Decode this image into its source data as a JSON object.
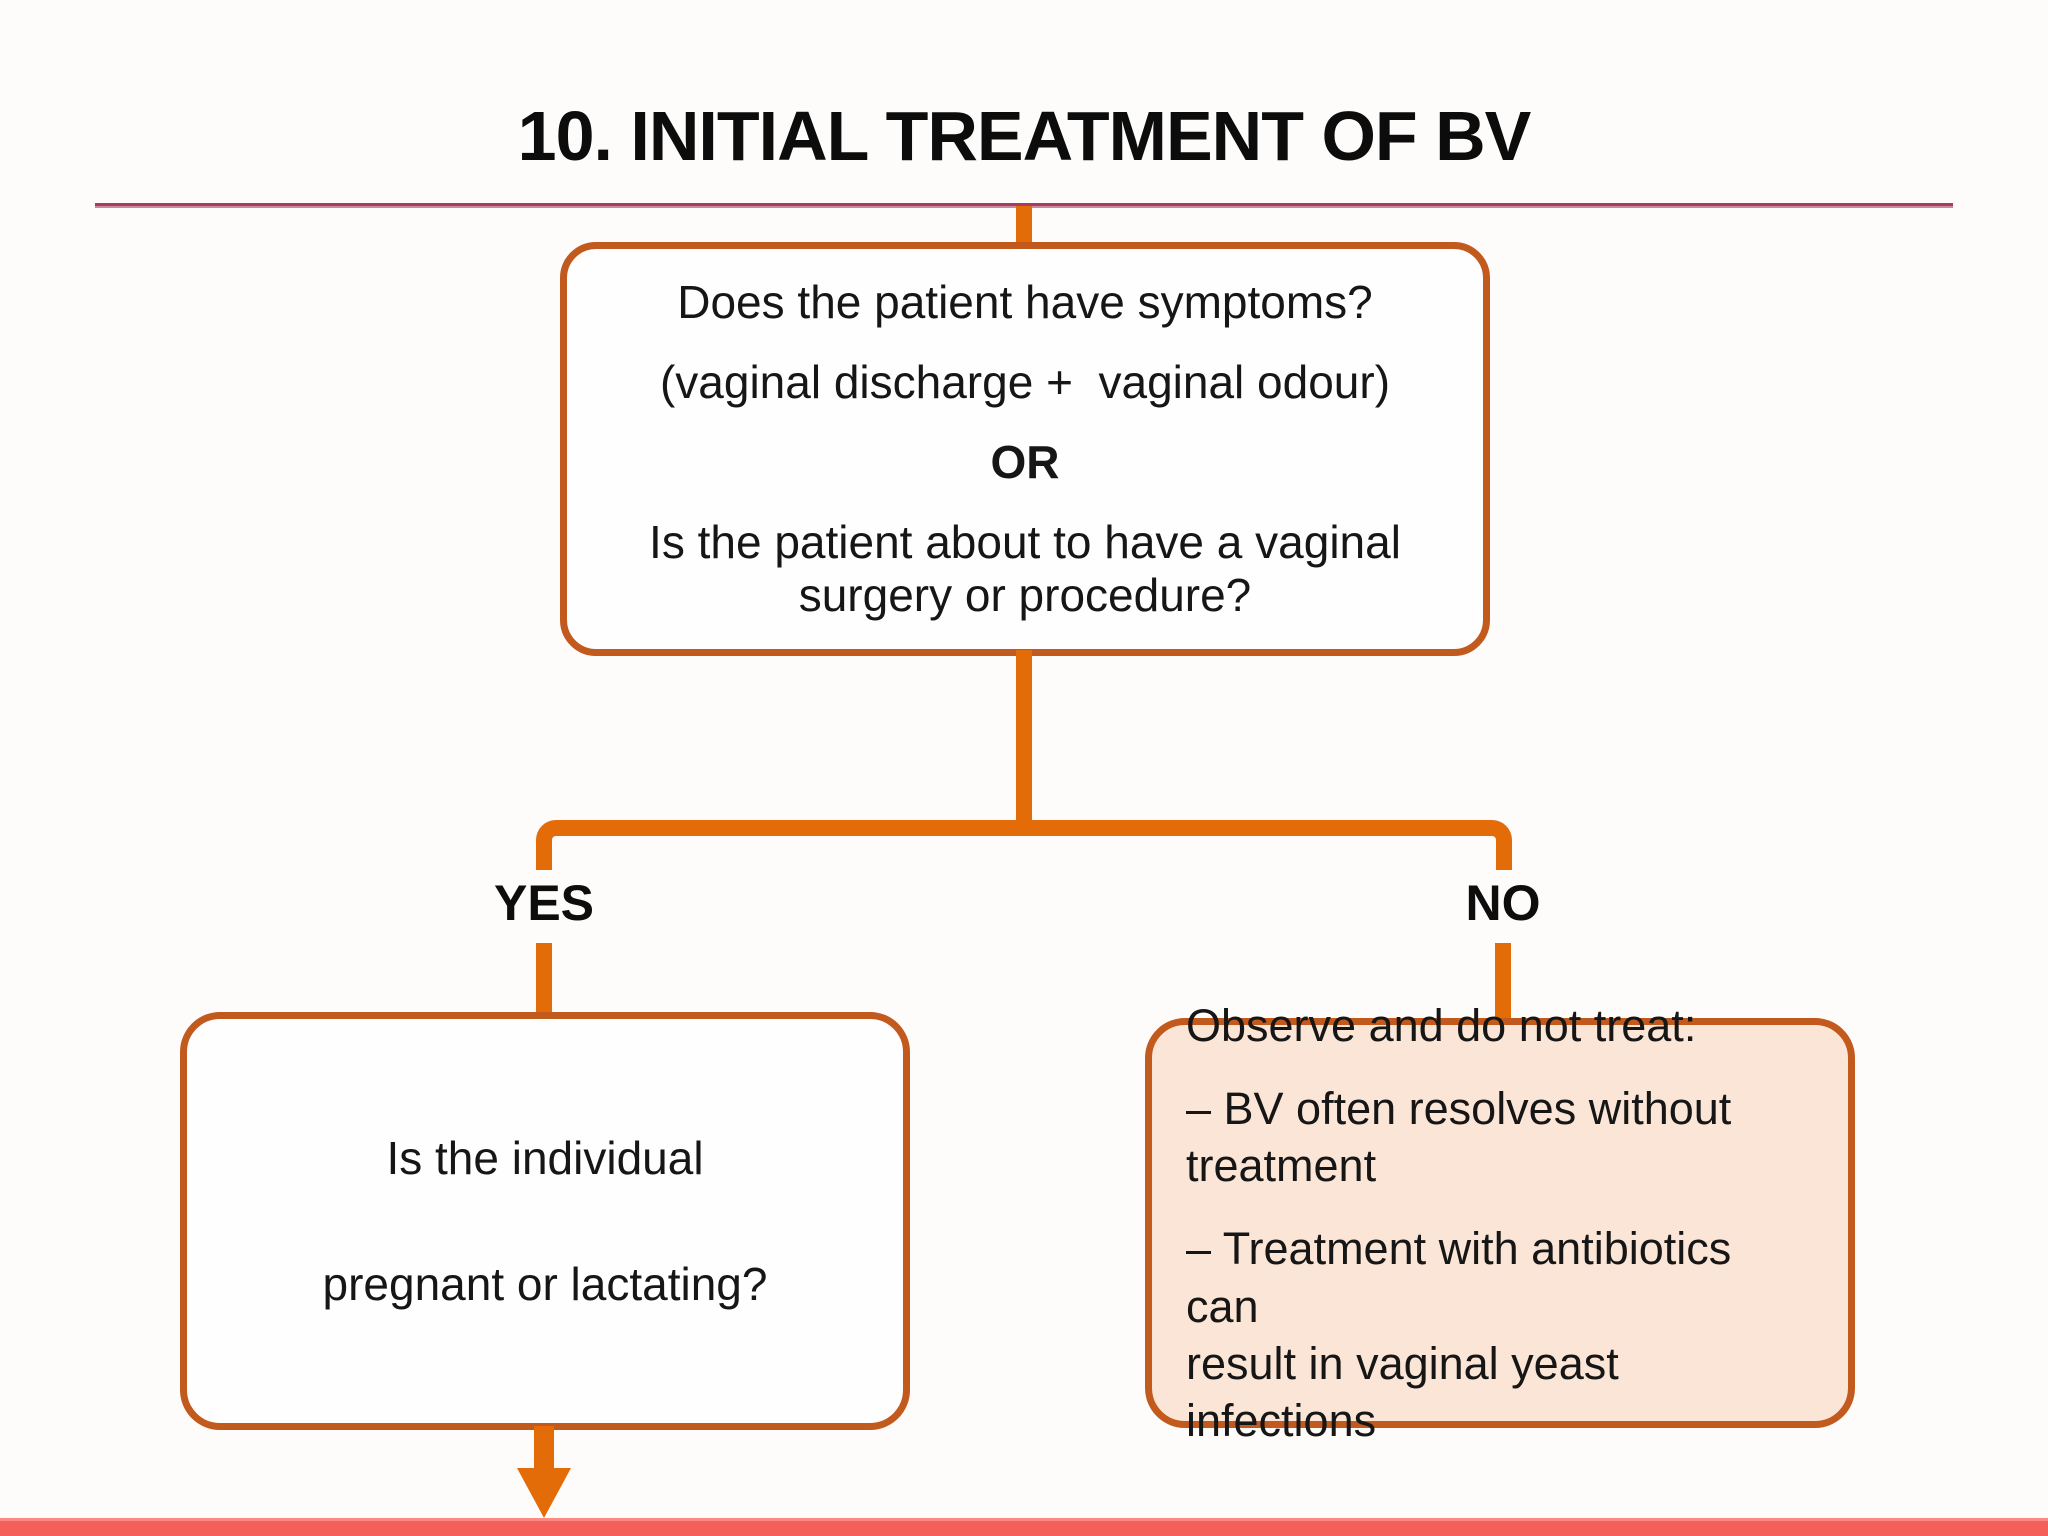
{
  "title": "10. INITIAL TREATMENT OF BV",
  "colors": {
    "connector_orange": "#E36C09",
    "node_border_orange": "#C2591D",
    "divider_crimson": "#A73C60",
    "footer_coral": "#F55F5A",
    "no_box_fill_peach": "#FBE5D6",
    "text": "#161616"
  },
  "flowchart": {
    "root_box": {
      "question1": "Does the patient have symptoms?",
      "question1_detail": "(vaginal discharge +  vaginal odour)",
      "or_label": "OR",
      "question2": [
        "Is the patient about to have a vaginal",
        "surgery or procedure?"
      ]
    },
    "yes_label": "YES",
    "no_label": "NO",
    "yes_box": {
      "line1": "Is the individual",
      "line2": "pregnant or lactating?"
    },
    "no_box": {
      "heading": "Observe and do not treat:",
      "bullet1": [
        "– BV often resolves without",
        "treatment"
      ],
      "bullet2": [
        "– Treatment with antibiotics can",
        "result in vaginal yeast infections"
      ]
    }
  }
}
